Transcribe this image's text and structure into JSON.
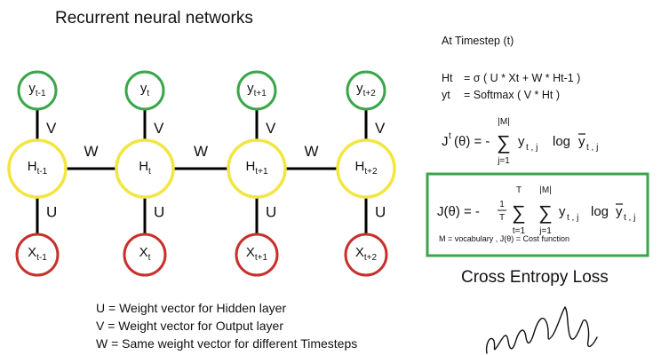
{
  "title": "Recurrent neural networks",
  "columns": [
    {
      "hidden": {
        "base": "H",
        "sub": "t-1"
      },
      "output": {
        "base": "y",
        "sub": "t-1"
      },
      "input": {
        "base": "X",
        "sub": "t-1"
      }
    },
    {
      "hidden": {
        "base": "H",
        "sub": "t"
      },
      "output": {
        "base": "y",
        "sub": "t"
      },
      "input": {
        "base": "X",
        "sub": "t"
      }
    },
    {
      "hidden": {
        "base": "H",
        "sub": "t+1"
      },
      "output": {
        "base": "y",
        "sub": "t+1"
      },
      "input": {
        "base": "X",
        "sub": "t+1"
      }
    },
    {
      "hidden": {
        "base": "H",
        "sub": "t+2"
      },
      "output": {
        "base": "y",
        "sub": "t+2"
      },
      "input": {
        "base": "X",
        "sub": "t+2"
      }
    }
  ],
  "edge_labels": {
    "output": "V",
    "input": "U",
    "recurrent": "W"
  },
  "colors": {
    "output_node": "#3aa64a",
    "hidden_node": "#f2e640",
    "input_node": "#c8302c",
    "box_border": "#3aa64a",
    "edge": "#000000"
  },
  "legend": [
    "U = Weight vector for Hidden layer",
    "V = Weight vector for Output layer",
    "W = Same weight vector for different Timesteps"
  ],
  "formulas": {
    "heading": "At Timestep (t)",
    "ht_lhs": "Ht",
    "ht_rhs": "=  σ ( U * Xt + W * Ht-1 )",
    "yt_lhs": "yt",
    "yt_rhs": "=  Softmax ( V * Ht )",
    "jt_J": "J",
    "jt_sup": "t",
    "jt_theta": "(θ) = -",
    "sum_sym": "∑",
    "sum_top": "|M|",
    "sum_bottom": "j=1",
    "y_base": "y",
    "y_sub": "t , j",
    "log": "log",
    "ybar_base": "y",
    "ybar_sub": "t , j",
    "j_lhs": "J(θ) = -",
    "frac_num": "1",
    "frac_den": "T",
    "outer_top": "T",
    "outer_bottom": "t=1",
    "box_note": "M = vocabulary , J(θ) = Cost function"
  },
  "loss_title": "Cross Entropy Loss"
}
